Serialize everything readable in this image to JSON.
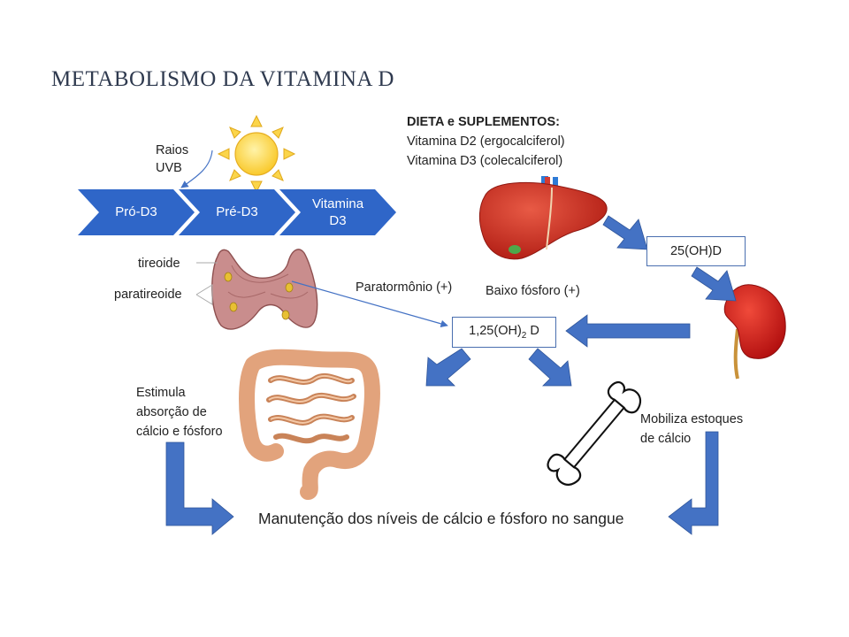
{
  "title": "METABOLISMO DA VITAMINA D",
  "uvb": {
    "line1": "Raios",
    "line2": "UVB"
  },
  "steps": [
    {
      "label": "Pró-D3"
    },
    {
      "label": "Pré-D3"
    },
    {
      "label_line1": "Vitamina",
      "label_line2": "D3"
    }
  ],
  "diet": {
    "heading": "DIETA e SUPLEMENTOS:",
    "item1": "Vitamina D2 (ergocalciferol)",
    "item2": "Vitamina D3 (colecalciferol)"
  },
  "glands": {
    "thyroid": "tireoide",
    "parathyroid": "paratireoide"
  },
  "labels": {
    "pth": "Paratormônio (+)",
    "low_phosphorus": "Baixo fósforo (+)"
  },
  "metabolites": {
    "calcidiol": "25(OH)D",
    "calcitriol_prefix": "1,25(OH)",
    "calcitriol_sub": "2",
    "calcitriol_suffix": " D"
  },
  "effects": {
    "intestine_line1": "Estimula",
    "intestine_line2": "absorção de",
    "intestine_line3": "cálcio e fósforo",
    "bone_line1": "Mobiliza estoques",
    "bone_line2": "de cálcio"
  },
  "outcome": "Manutenção dos níveis de cálcio e fósforo no sangue",
  "colors": {
    "arrow_blue": "#4472c4",
    "chevron_blue": "#2f66c8",
    "liver_red": "#c8281e",
    "kidney_red": "#d01818",
    "sun_yellow": "#fbd54a",
    "intestine_tan": "#e7b08a",
    "thyroid_pink": "#c98d8d"
  }
}
